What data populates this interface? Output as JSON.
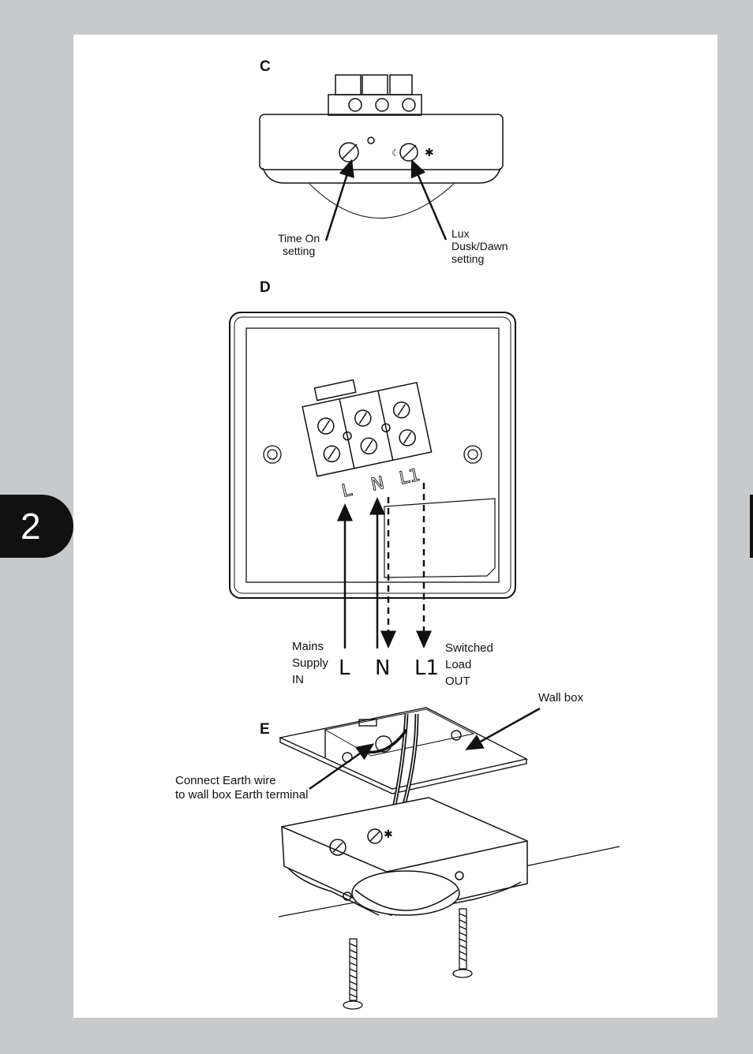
{
  "page_tab": "2",
  "sections": {
    "c_label": "C",
    "d_label": "D",
    "e_label": "E"
  },
  "section_c": {
    "time_on_line1": "Time On",
    "time_on_line2": "setting",
    "lux_line1": "Lux",
    "lux_line2": "Dusk/Dawn",
    "lux_line3": "setting"
  },
  "section_d": {
    "mains_line1": "Mains",
    "mains_line2": "Supply",
    "mains_line3": "IN",
    "terminal_l": "L",
    "terminal_n": "N",
    "terminal_l1": "L1",
    "big_l": "L",
    "big_n": "N",
    "big_l1": "L1",
    "switched_line1": "Switched",
    "switched_line2": "Load",
    "switched_line3": "OUT"
  },
  "section_e": {
    "wall_box": "Wall box",
    "earth_line1": "Connect Earth wire",
    "earth_line2": "to wall box Earth terminal"
  }
}
